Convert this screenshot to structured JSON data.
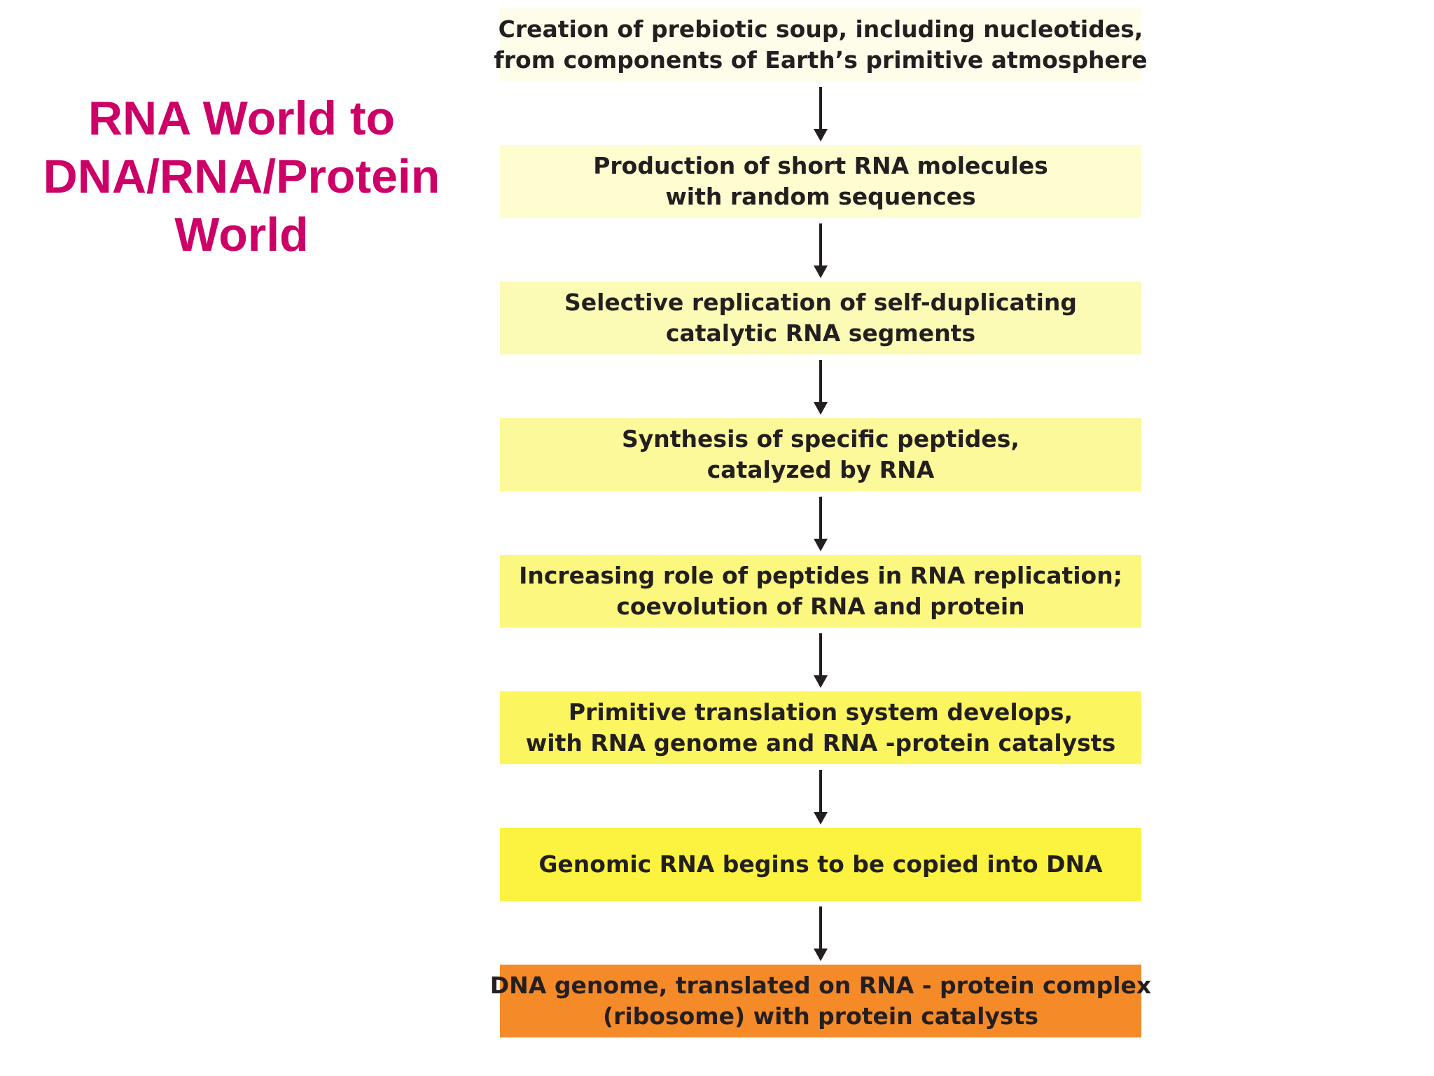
{
  "title": {
    "lines": [
      "RNA World to",
      "DNA/RNA/Protein",
      "World"
    ],
    "color": "#cc0066"
  },
  "colors": {
    "step_gradient": [
      "#fdfde9",
      "#fdfdd0",
      "#fcfbb6",
      "#fcf99b",
      "#fcf77e",
      "#fbf55f",
      "#fbf33f"
    ],
    "final_step": "#f58a29",
    "arrow": "#231f20",
    "text": "#231f20"
  },
  "steps": [
    {
      "lines": [
        "Creation  of prebiotic soup, including  nucleotides,",
        "from components of Earth’s primitive atmosphere"
      ]
    },
    {
      "lines": [
        "Production of short RNA molecules",
        "with random  sequences"
      ]
    },
    {
      "lines": [
        "Selective  replication  of  self-duplicating",
        "catalytic RNA  segments"
      ]
    },
    {
      "lines": [
        "Synthesis  of  specific peptides,",
        "catalyzed by  RNA"
      ]
    },
    {
      "lines": [
        "Increasing  role  of  peptides  in  RNA replication;",
        "coevolution of RNA and  protein"
      ]
    },
    {
      "lines": [
        "Primitive  translation  system  develops,",
        "with RNA genome and  RNA -protein catalysts"
      ]
    },
    {
      "lines": [
        "Genomic  RNA  begins  to  be  copied  into  DNA"
      ]
    },
    {
      "lines": [
        "DNA  genome,  translated  on  RNA - protein  complex",
        "(ribosome)  with  protein  catalysts"
      ]
    }
  ]
}
